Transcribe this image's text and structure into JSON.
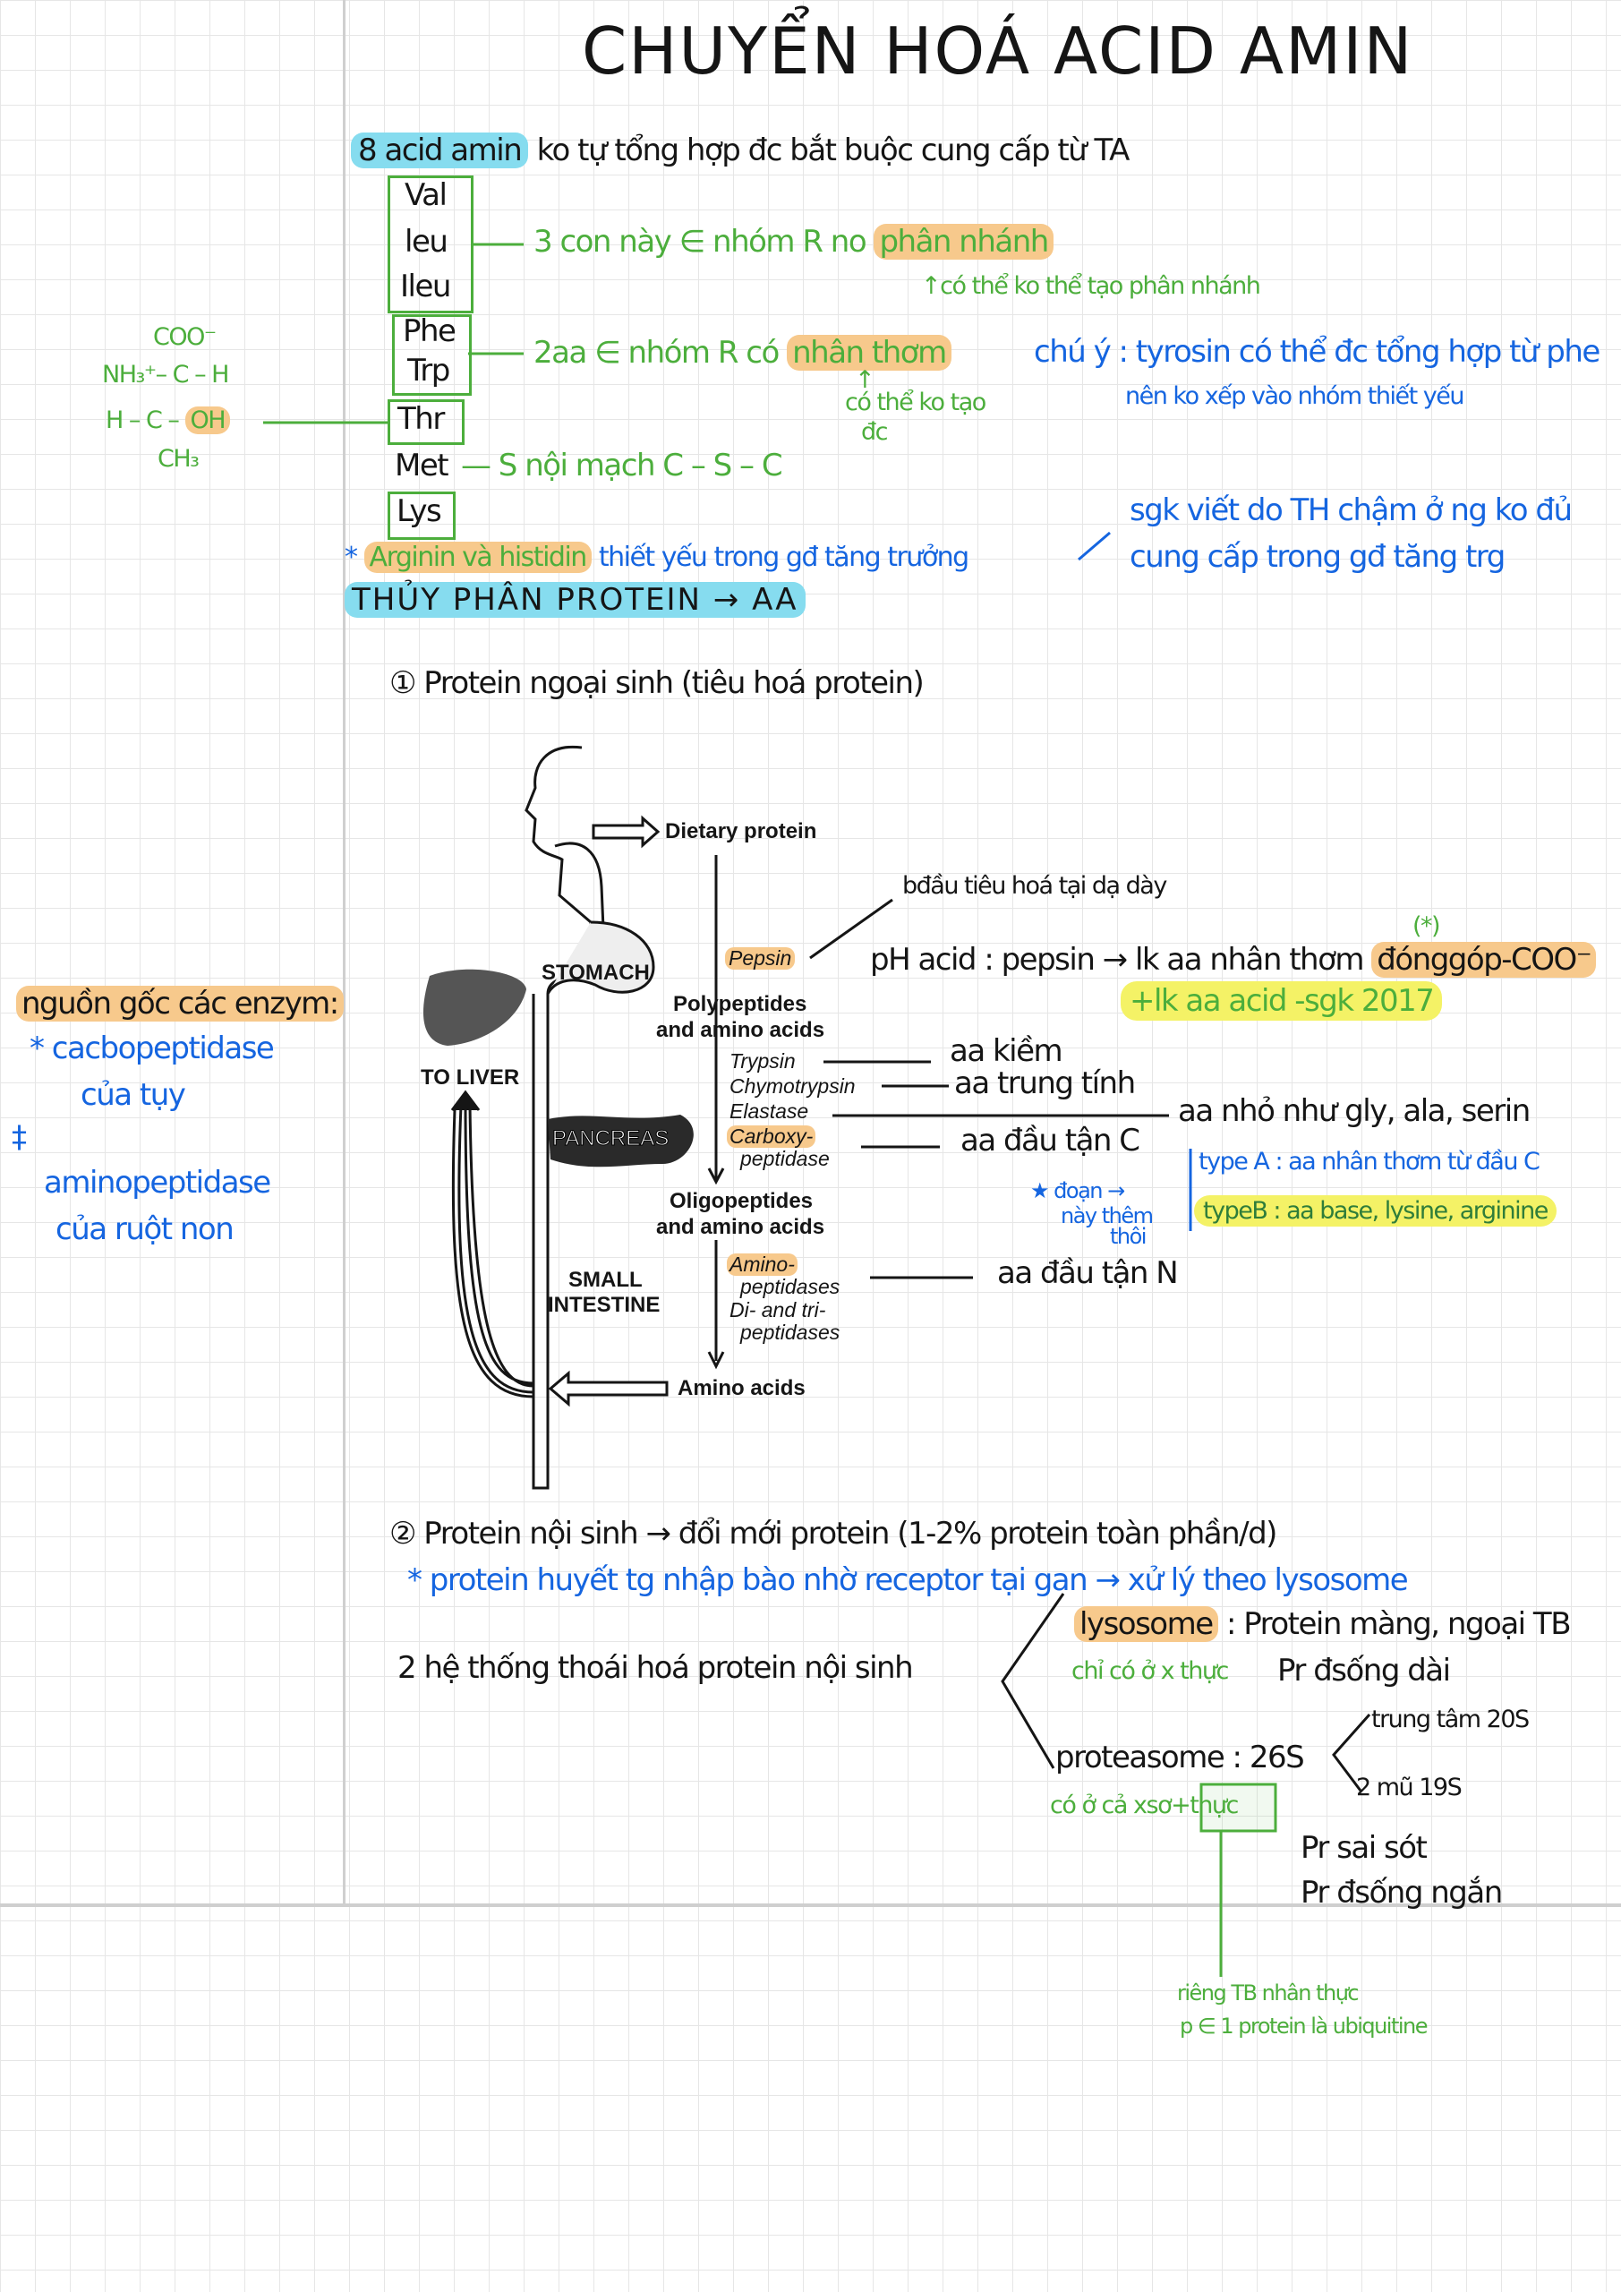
{
  "title": "CHUYỂN HOÁ ACID AMIN",
  "essential": {
    "highlight": "8 acid amin",
    "rest": "ko tự tổng hợp đc  bắt buộc cung cấp từ TA",
    "aa": [
      "Val",
      "leu",
      "Ileu",
      "Phe",
      "Trp",
      "Thr",
      "Met",
      "Lys"
    ],
    "branched_pre": "3 con này ∈ nhóm R no ",
    "branched_hl": "phân nhánh",
    "branched_note": "↑có thể ko thể tạo phân nhánh",
    "arom_pre": "2aa ∈ nhóm R có ",
    "arom_hl": "nhân thơm",
    "arom_note1": "↑",
    "arom_note2": "có thể ko tạo",
    "arom_note3": "đc",
    "tyr1": "chú ý : tyrosin có thể đc tổng hợp từ phe",
    "tyr2": "nên ko xếp vào nhóm thiết yếu",
    "met_note": "— S nội mạch   C – S – C",
    "sgk1": "sgk viết do TH chậm ở ng ko đủ",
    "sgk2": "cung cấp trong gđ tăng trg",
    "arg_star": "* ",
    "arg_hl": "Arginin và histidin",
    "arg_rest": " thiết yếu trong gđ tăng trưởng",
    "hydrolysis": "THỦY PHÂN  PROTEIN  → AA"
  },
  "molecule": {
    "coo": "COO⁻",
    "row1": "NH₃⁺– C – H",
    "row2": "H – C –",
    "oh": "OH",
    "ch3": "CH₃"
  },
  "section1": "① Protein ngoại sinh  (tiêu hoá protein)",
  "diagram": {
    "dietary": "Dietary protein",
    "stomach": "STOMACH",
    "pepsin": "Pepsin",
    "poly1": "Polypeptides",
    "poly2": "and amino acids",
    "liver": "TO LIVER",
    "pancreas": "PANCREAS",
    "trypsin": "Trypsin",
    "chymo": "Chymotrypsin",
    "elastase": "Elastase",
    "carboxy1": "Carboxy-",
    "carboxy2": "peptidase",
    "oligo1": "Oligopeptides",
    "oligo2": "and amino acids",
    "si1": "SMALL",
    "si2": "INTESTINE",
    "amino1": "Amino-",
    "amino2": "peptidases",
    "ditri1": "Di- and tri-",
    "ditri2": "peptidases",
    "aa": "Amino acids"
  },
  "notes": {
    "stomach_start": "bđầu tiêu hoá tại dạ dày",
    "ph": "pH acid : pepsin → lk aa nhân thơm ",
    "ph_hl": "đónggóp-COO⁻",
    "asterisk": "(*)",
    "sgk2017": "+lk aa acid -sgk 2017",
    "kiem": "aa kiềm",
    "trung": "aa trung tính",
    "nho": "aa nhỏ như gly, ala, serin",
    "tanC": "aa đầu tận C",
    "typeA": "type A :  aa nhân thơm từ đầu C",
    "typeB": "typeB :  aa base, lysine, arginine",
    "doan1": "★ đoạn  →",
    "doan2": "này thêm",
    "doan3": "thôi",
    "tanN": "aa đầu tận N"
  },
  "origin": {
    "title": "nguồn gốc các enzym:",
    "l1": "* cacbopeptidase",
    "l2": "của tụy",
    "sep": "‡",
    "l3": "aminopeptidase",
    "l4": "của ruột non"
  },
  "section2": {
    "title": "② Protein nội sinh  → đổi mới protein (1-2% protein toàn phần/d)",
    "blue": "* protein huyết tg nhập bào nhờ receptor tại gan → xử lý theo lysosome",
    "systems": "2 hệ thống thoái hoá protein nội sinh",
    "lyso": "lysosome",
    "lyso_rest": " : Protein màng, ngoại TB",
    "lyso_g": "chỉ có ở x thực",
    "lyso_b": "Pr đsống dài",
    "prot": "proteasome : 26S",
    "prot_g": "có ở cả xsơ+",
    "prot_box": "thực",
    "c20": "trung tâm 20S",
    "c19": "2 mũ 19S",
    "err": "Pr sai sót",
    "short": "Pr đsống ngắn",
    "ub1": "riêng TB nhân thực",
    "ub2": "p ∈ 1 protein là ubiquitine"
  },
  "colors": {
    "green": "#4cae3c",
    "blue": "#1565e0",
    "orange": "#f7c98c",
    "cyan": "#86dcef",
    "yellow": "#f4f266"
  }
}
